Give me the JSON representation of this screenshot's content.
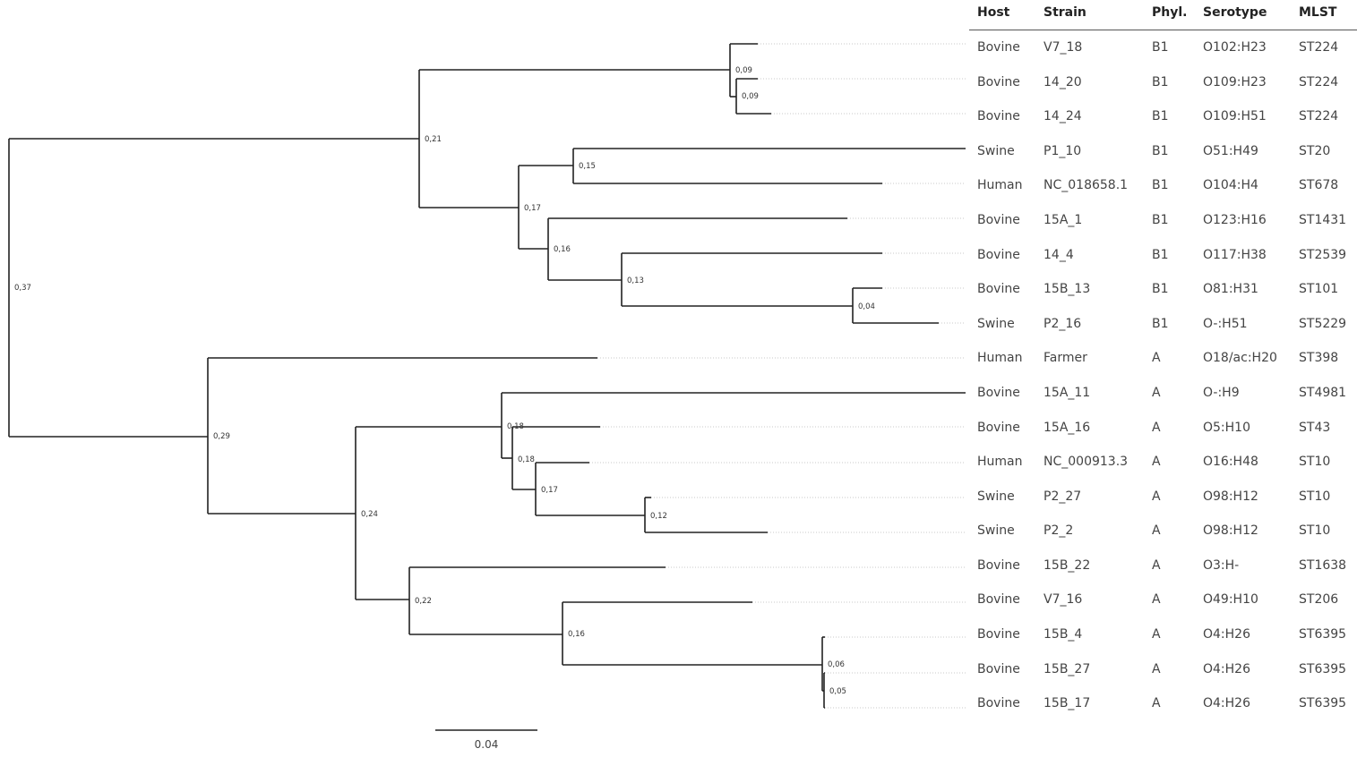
{
  "table": {
    "headers": {
      "host": "Host",
      "strain": "Strain",
      "phyl": "Phyl.",
      "serotype": "Serotype",
      "mlst": "MLST"
    },
    "rows": [
      {
        "host": "Bovine",
        "strain": "V7_18",
        "phyl": "B1",
        "serotype": "O102:H23",
        "mlst": "ST224"
      },
      {
        "host": "Bovine",
        "strain": "14_20",
        "phyl": "B1",
        "serotype": "O109:H23",
        "mlst": "ST224"
      },
      {
        "host": "Bovine",
        "strain": "14_24",
        "phyl": "B1",
        "serotype": "O109:H51",
        "mlst": "ST224"
      },
      {
        "host": "Swine",
        "strain": "P1_10",
        "phyl": "B1",
        "serotype": "O51:H49",
        "mlst": "ST20"
      },
      {
        "host": "Human",
        "strain": "NC_018658.1",
        "phyl": "B1",
        "serotype": "O104:H4",
        "mlst": "ST678"
      },
      {
        "host": "Bovine",
        "strain": "15A_1",
        "phyl": "B1",
        "serotype": "O123:H16",
        "mlst": "ST1431"
      },
      {
        "host": "Bovine",
        "strain": "14_4",
        "phyl": "B1",
        "serotype": "O117:H38",
        "mlst": "ST2539"
      },
      {
        "host": "Bovine",
        "strain": "15B_13",
        "phyl": "B1",
        "serotype": "O81:H31",
        "mlst": "ST101"
      },
      {
        "host": "Swine",
        "strain": "P2_16",
        "phyl": "B1",
        "serotype": "O-:H51",
        "mlst": "ST5229"
      },
      {
        "host": "Human",
        "strain": "Farmer",
        "phyl": "A",
        "serotype": "O18/ac:H20",
        "mlst": "ST398"
      },
      {
        "host": "Bovine",
        "strain": "15A_11",
        "phyl": "A",
        "serotype": "O-:H9",
        "mlst": "ST4981"
      },
      {
        "host": "Bovine",
        "strain": "15A_16",
        "phyl": "A",
        "serotype": "O5:H10",
        "mlst": "ST43"
      },
      {
        "host": "Human",
        "strain": "NC_000913.3",
        "phyl": "A",
        "serotype": "O16:H48",
        "mlst": "ST10"
      },
      {
        "host": "Swine",
        "strain": "P2_27",
        "phyl": "A",
        "serotype": "O98:H12",
        "mlst": "ST10"
      },
      {
        "host": "Swine",
        "strain": "P2_2",
        "phyl": "A",
        "serotype": "O98:H12",
        "mlst": "ST10"
      },
      {
        "host": "Bovine",
        "strain": "15B_22",
        "phyl": "A",
        "serotype": "O3:H-",
        "mlst": "ST1638"
      },
      {
        "host": "Bovine",
        "strain": "V7_16",
        "phyl": "A",
        "serotype": "O49:H10",
        "mlst": "ST206"
      },
      {
        "host": "Bovine",
        "strain": "15B_4",
        "phyl": "A",
        "serotype": "O4:H26",
        "mlst": "ST6395"
      },
      {
        "host": "Bovine",
        "strain": "15B_27",
        "phyl": "A",
        "serotype": "O4:H26",
        "mlst": "ST6395"
      },
      {
        "host": "Bovine",
        "strain": "15B_17",
        "phyl": "A",
        "serotype": "O4:H26",
        "mlst": "ST6395"
      }
    ]
  },
  "tree": {
    "node_labels": [
      "0,37",
      "0,21",
      "0,09",
      "0,09",
      "0,17",
      "0,15",
      "0,16",
      "0,13",
      "0,04",
      "0,29",
      "0,24",
      "0,18",
      "0,18",
      "0,17",
      "0,12",
      "0,22",
      "0,16",
      "0,06",
      "0,05"
    ]
  },
  "scale_bar": {
    "label": "0.04"
  }
}
